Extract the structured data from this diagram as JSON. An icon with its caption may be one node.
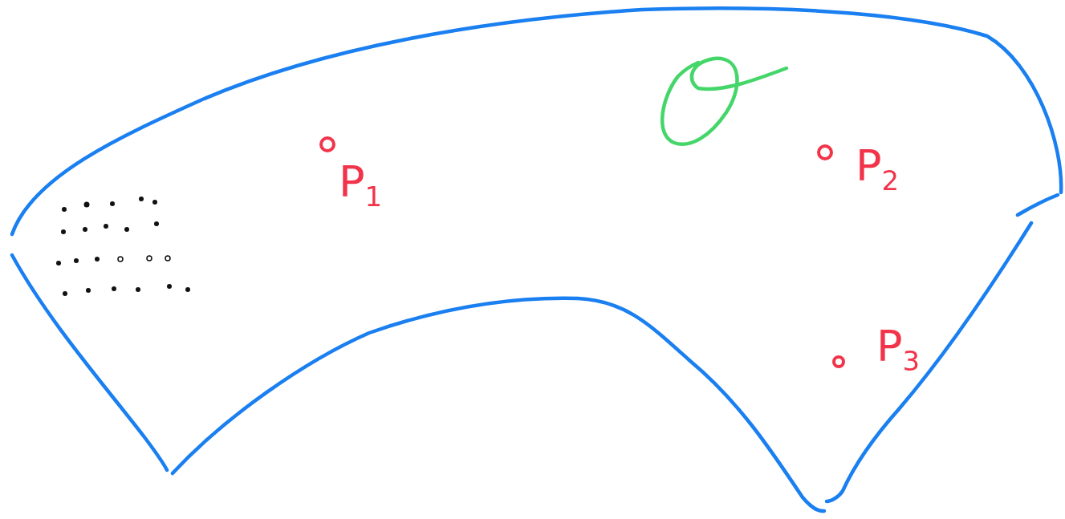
{
  "diagram": {
    "labels": [
      "P$_{1}$",
      "P$_{2}$",
      "P$_{3}$"
    ]
  }
}
